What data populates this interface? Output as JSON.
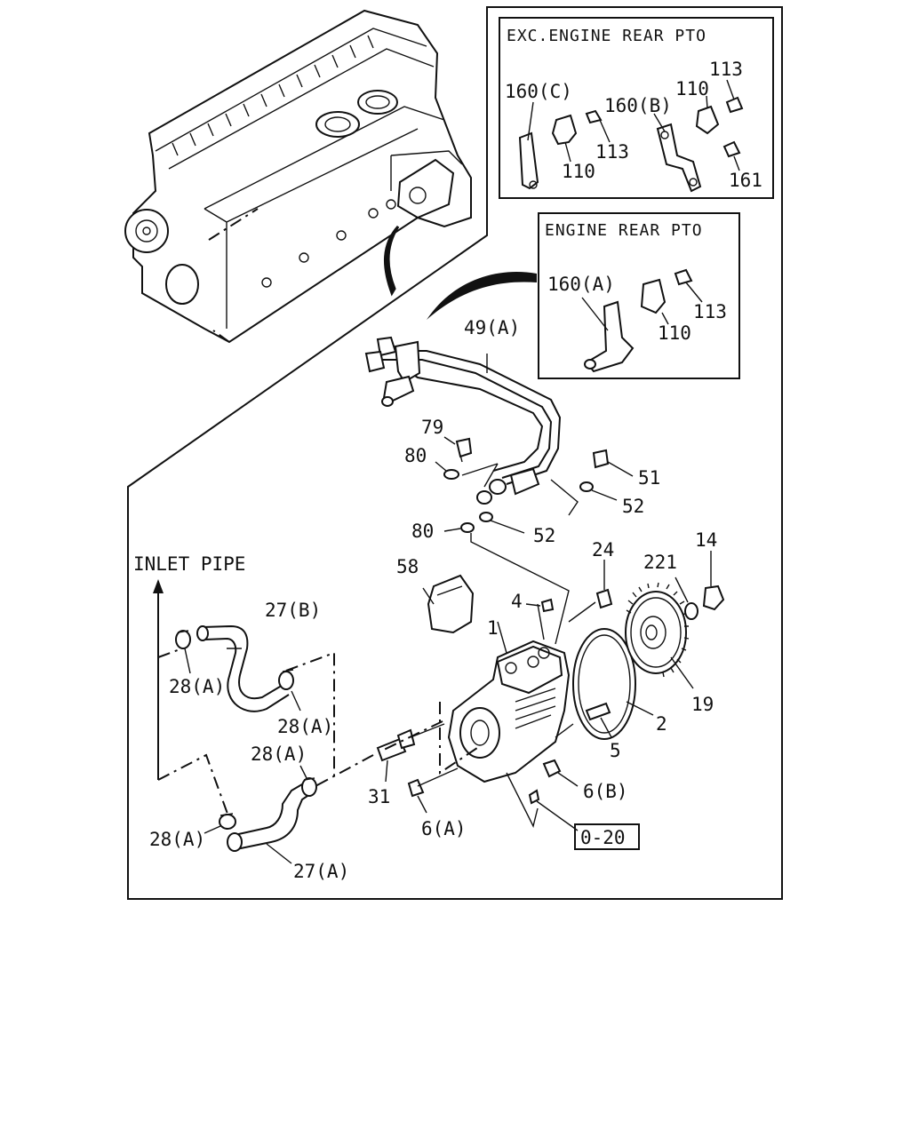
{
  "insets": {
    "exc_title": "EXC.ENGINE REAR PTO",
    "rear_title": "ENGINE REAR PTO"
  },
  "inlet_label": "INLET PIPE",
  "ref_box": "0-20",
  "labels": {
    "p160c": "160(C)",
    "p160b": "160(B)",
    "p113_a": "113",
    "p113_b": "113",
    "p110_a": "110",
    "p110_b": "110",
    "p161": "161",
    "p160a": "160(A)",
    "p113_c": "113",
    "p110_c": "110",
    "p49a": "49(A)",
    "p79": "79",
    "p80_a": "80",
    "p80_b": "80",
    "p51": "51",
    "p52_a": "52",
    "p52_b": "52",
    "p58": "58",
    "p24": "24",
    "p221": "221",
    "p14": "14",
    "p4": "4",
    "p1": "1",
    "p19": "19",
    "p2": "2",
    "p5": "5",
    "p6b": "6(B)",
    "p6a": "6(A)",
    "p31": "31",
    "p27b": "27(B)",
    "p27a": "27(A)",
    "p28a_1": "28(A)",
    "p28a_2": "28(A)",
    "p28a_3": "28(A)",
    "p28a_4": "28(A)"
  }
}
